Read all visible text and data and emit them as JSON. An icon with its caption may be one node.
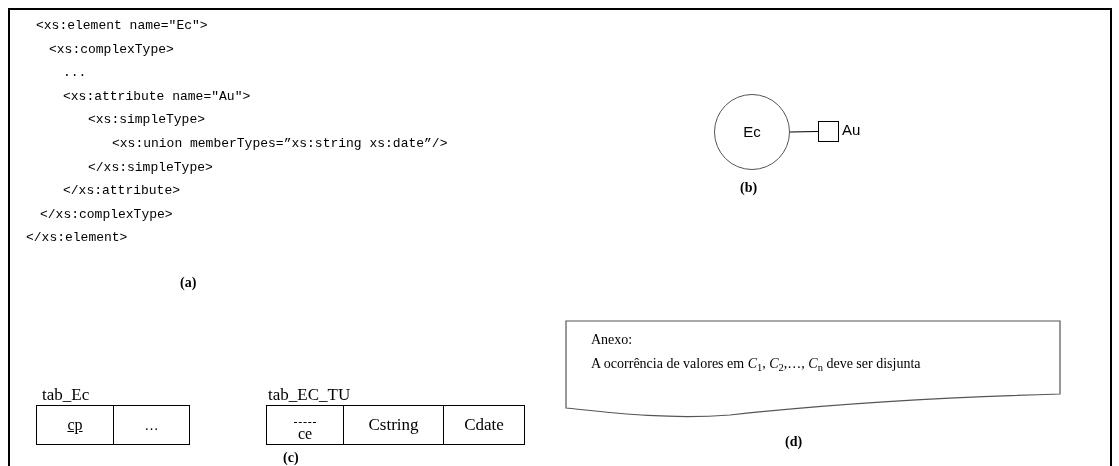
{
  "diagram": {
    "nodes": [
      {
        "text": [
          "Ec"
        ]
      },
      {
        "text": [],
        "shape": "box",
        "beside": [
          "Au"
        ]
      },
      {
        "text": [
          "Anexo:",
          "A ocorrência de valores em *C*$_{1}$, *C*$_{2}$,…, *C*$_{n}$ deve ser disjunta"
        ]
      }
    ],
    "edges": [
      {
        "from": 0,
        "to": 1,
        "arrow": "none"
      }
    ],
    "labels": [
      "<xs:element name=\"Ec\">",
      "<xs:complexType>",
      "...",
      "<xs:attribute name=\"Au\">",
      "<xs:simpleType>",
      "<xs:union memberTypes=”xs:string xs:date”/>",
      "</xs:simpleType>",
      "</xs:attribute>",
      "</xs:complexType>",
      "</xs:element>",
      "(a)",
      "(b)",
      "tab_Ec",
      "cp",
      "…",
      "tab_EC_TU",
      "ce",
      "Cstring",
      "Cdate",
      "(c)",
      "(d)"
    ]
  }
}
